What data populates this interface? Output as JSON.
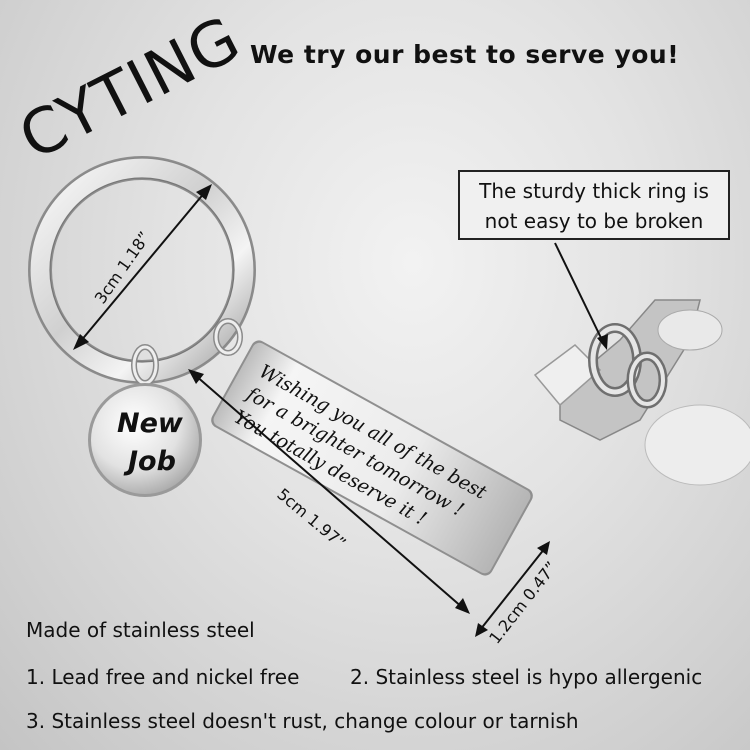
{
  "brand": "CYTING",
  "slogan": "We try our best to serve you!",
  "callout": {
    "line1": "The sturdy thick ring is",
    "line2": "not easy to be broken"
  },
  "dimensions": {
    "ring": "3cm 1.18”",
    "bar_length": "5cm 1.97”",
    "bar_width": "1.2cm 0.47”"
  },
  "tag_text": {
    "line1": "Wishing you all of the best",
    "line2": "for a brighter tomorrow !",
    "line3": "You totally deserve it !"
  },
  "charm": {
    "line1": "New",
    "line2": "Job"
  },
  "specs": {
    "title": "Made of stainless steel",
    "item1": "1. Lead free and nickel free",
    "item2": "2. Stainless steel is hypo allergenic",
    "item3": "3. Stainless steel doesn't rust, change colour or tarnish"
  }
}
